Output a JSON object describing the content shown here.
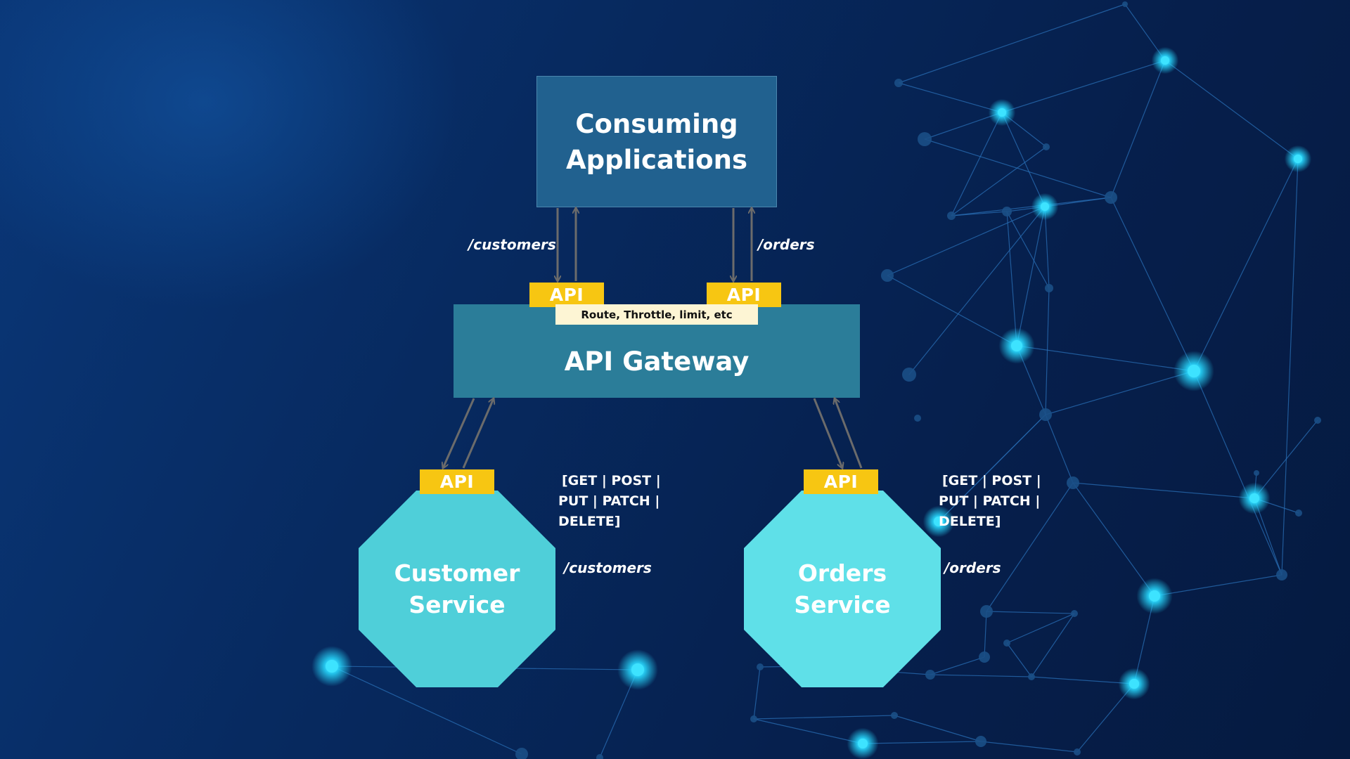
{
  "consuming_applications": {
    "line1": "Consuming",
    "line2": "Applications"
  },
  "api_gateway": {
    "title": "API Gateway",
    "route_label": "Route, Throttle, limit, etc",
    "api_left": "API",
    "api_right": "API"
  },
  "top_paths": {
    "customers": "/customers",
    "orders": "/orders"
  },
  "customer_service": {
    "api": "API",
    "line1": "Customer",
    "line2": "Service",
    "methods_line1": "[GET | POST |",
    "methods_line2": "PUT | PATCH |",
    "methods_line3": "DELETE]",
    "path": "/customers"
  },
  "orders_service": {
    "api": "API",
    "line1": "Orders",
    "line2": "Service",
    "methods_line1": "[GET | POST |",
    "methods_line2": "PUT | PATCH |",
    "methods_line3": "DELETE]",
    "path": "/orders"
  },
  "colors": {
    "background": "#072a60",
    "consuming_box": "#21618f",
    "gateway_box": "#2b7d99",
    "api_tag": "#f7c612",
    "route_label": "#fdf5d4",
    "customer_service": "#4fcfd9",
    "orders_service": "#5fe0e8",
    "arrow": "#6b6b6b",
    "network_glow": "#27d9ff"
  }
}
